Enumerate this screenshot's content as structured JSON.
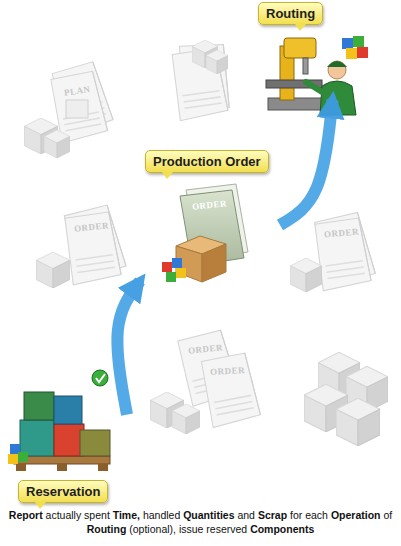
{
  "diagram": {
    "caption": "Report actually spent Time, handled Quantities and Scrap for each Operation of Routing (optional), issue reserved Components",
    "nodes": [
      {
        "text": [
          "Routing"
        ]
      },
      {
        "text": [
          "Production Order"
        ]
      },
      {
        "text": [
          "Reservation"
        ]
      }
    ],
    "edges": [
      {
        "from": 2,
        "to": 1,
        "arrow": "to"
      },
      {
        "from": 1,
        "to": 0,
        "arrow": "to"
      }
    ],
    "labels": [
      "PLAN",
      "ORDER",
      "ORDER",
      "ORDER",
      "ORDER",
      "ORDER"
    ]
  }
}
